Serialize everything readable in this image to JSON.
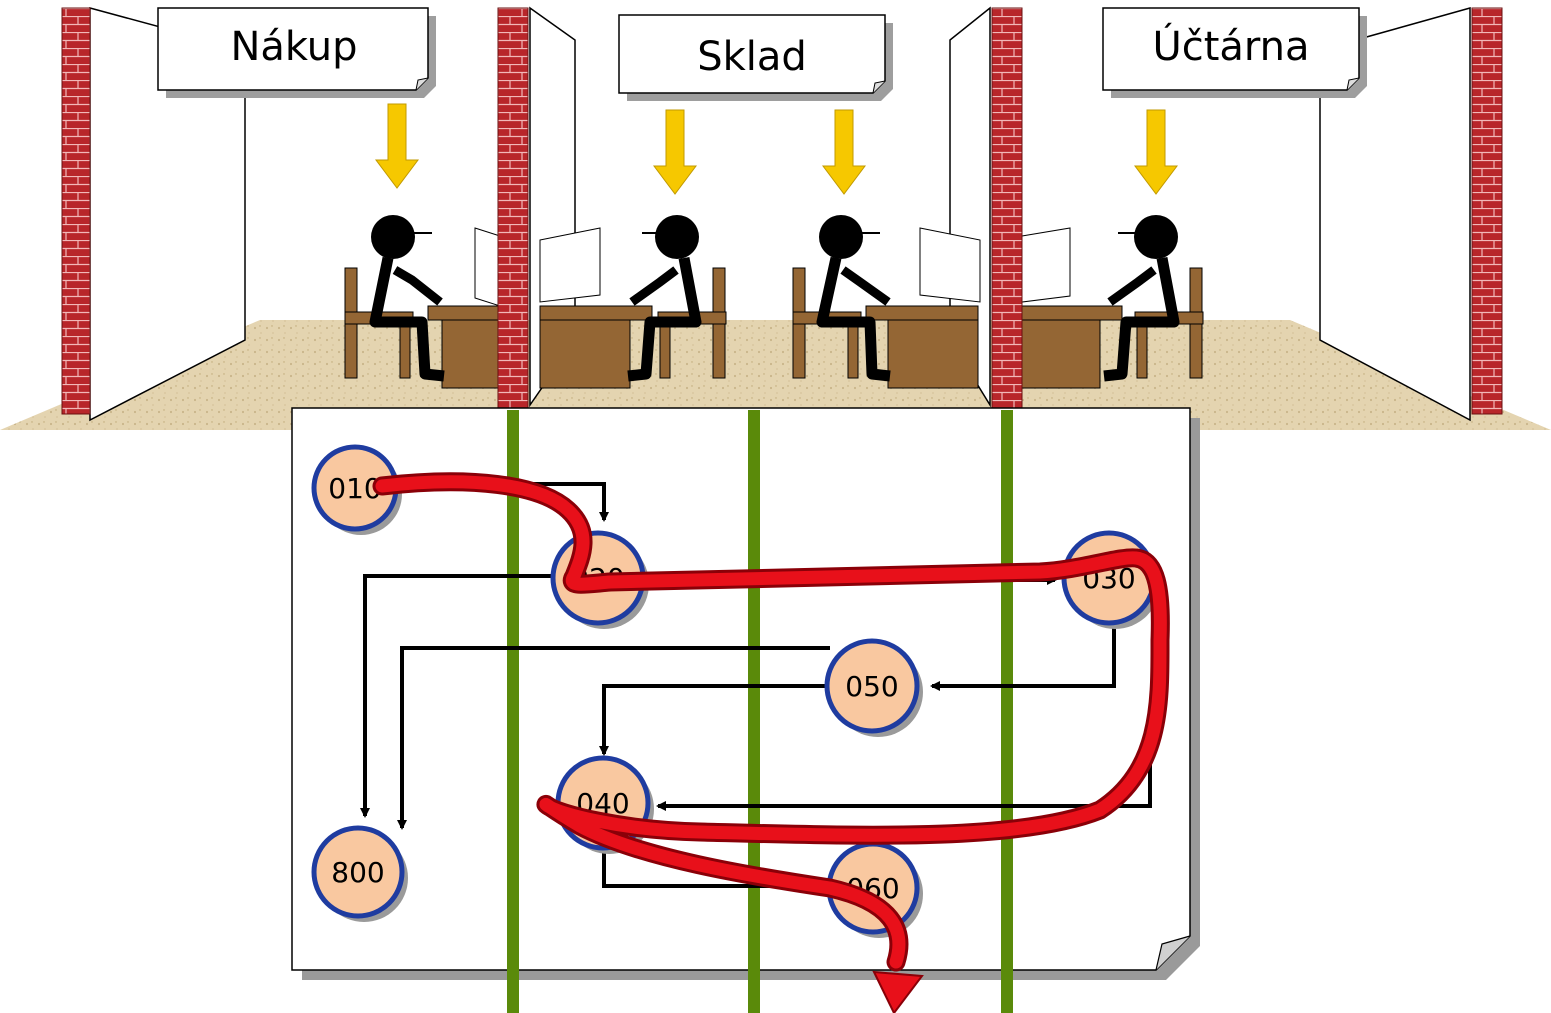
{
  "departments": [
    {
      "id": "nakup",
      "label": "Nákup"
    },
    {
      "id": "sklad",
      "label": "Sklad"
    },
    {
      "id": "uctarna",
      "label": "Účtárna"
    }
  ],
  "nodes": [
    {
      "id": "n010",
      "label": "010"
    },
    {
      "id": "n020",
      "label": "020"
    },
    {
      "id": "n030",
      "label": "030"
    },
    {
      "id": "n040",
      "label": "040"
    },
    {
      "id": "n050",
      "label": "050"
    },
    {
      "id": "n060",
      "label": "060"
    },
    {
      "id": "n800",
      "label": "800"
    }
  ],
  "colors": {
    "brick": "#b8262a",
    "mortar": "#f2b8b8",
    "arrow_yellow": "#f6c800",
    "node_fill": "#f9c8a0",
    "node_stroke": "#1f3ca0",
    "swimlane": "#5a8a0a",
    "process_path": "#e8101a",
    "desk": "#946634",
    "floor": "#e4d4b0"
  }
}
